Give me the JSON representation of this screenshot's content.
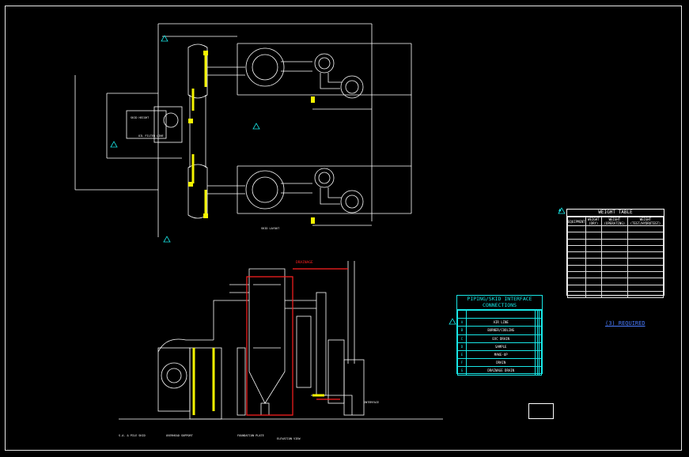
{
  "weight_table": {
    "title": "WEIGHT TABLE",
    "headers": [
      "EQUIPMENT",
      "WEIGHT (DRY)",
      "WEIGHT (OPERATING)",
      "WEIGHT (TEST/HYDROTEST)"
    ]
  },
  "piping_table": {
    "title": "PIPING/SKID INTERFACE CONNECTIONS",
    "rows": [
      {
        "key": "A",
        "desc": "AIR LINE"
      },
      {
        "key": "B",
        "desc": "BURNER/COOLING"
      },
      {
        "key": "C",
        "desc": "EXC DRAIN"
      },
      {
        "key": "D",
        "desc": "SAMPLE"
      },
      {
        "key": "E",
        "desc": "MAKE-UP"
      },
      {
        "key": "F",
        "desc": "DRAIN"
      },
      {
        "key": "G",
        "desc": "DRAINAGE DRAIN"
      }
    ]
  },
  "note_required": "(3) REQUIRED",
  "drainage_label": "DRAINAGE",
  "colors": {
    "line": "#ffffff",
    "accent": "#f4f400",
    "cyan": "#18e6e6",
    "red": "#ff2020",
    "blue": "#4a7cff"
  }
}
